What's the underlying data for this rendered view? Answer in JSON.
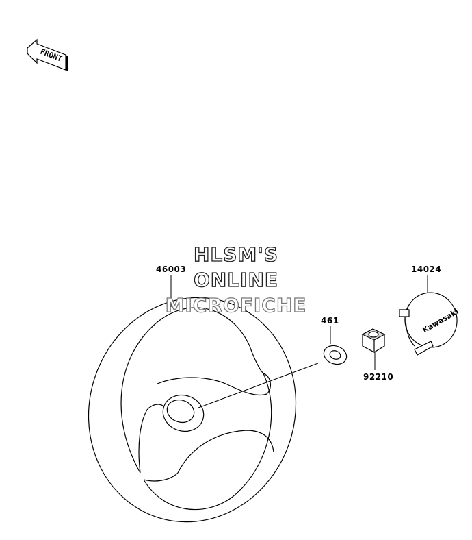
{
  "front_arrow": {
    "label": "FRONT"
  },
  "parts": [
    {
      "id": "46003",
      "label": "46003"
    },
    {
      "id": "461",
      "label": "461"
    },
    {
      "id": "92210",
      "label": "92210"
    },
    {
      "id": "14024",
      "label": "14024"
    }
  ],
  "watermark": {
    "line1": "HLSM'S",
    "line2": "ONLINE",
    "line3": "MICROFICHE"
  },
  "cap_logo": "Kawasaki"
}
